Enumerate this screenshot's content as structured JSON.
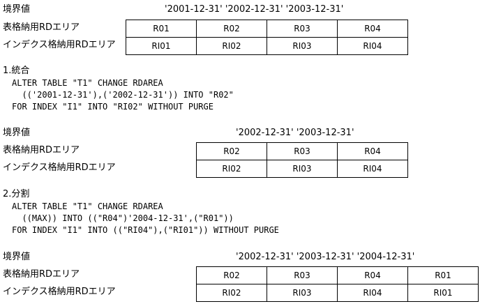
{
  "labels": {
    "boundary": "境界値",
    "table_rdarea": "表格納用RDエリア",
    "index_rdarea": "インデクス格納用RDエリア"
  },
  "sections": [
    {
      "boundaries": "'2001-12-31'  '2002-12-31'  '2003-12-31'",
      "table_areas": [
        "R01",
        "R02",
        "R03",
        "R04"
      ],
      "index_areas": [
        "RI01",
        "RI02",
        "RI03",
        "RI04"
      ]
    },
    {
      "heading": "1.統合",
      "code": [
        "ALTER TABLE \"T1\" CHANGE RDAREA",
        "  (('2001-12-31'),('2002-12-31')) INTO \"R02\"",
        "FOR INDEX \"I1\" INTO \"RI02\" WITHOUT PURGE"
      ],
      "boundaries": "'2002-12-31'  '2003-12-31'",
      "table_areas": [
        "R02",
        "R03",
        "R04"
      ],
      "index_areas": [
        "RI02",
        "RI03",
        "RI04"
      ]
    },
    {
      "heading": "2.分割",
      "code": [
        "ALTER TABLE \"T1\" CHANGE RDAREA",
        "  ((MAX)) INTO ((\"R04\")'2004-12-31',(\"R01\"))",
        "FOR INDEX \"I1\" INTO ((\"RI04\"),(\"RI01\")) WITHOUT PURGE"
      ],
      "boundaries": "'2002-12-31'  '2003-12-31'  '2004-12-31'",
      "table_areas": [
        "R02",
        "R03",
        "R04",
        "R01"
      ],
      "index_areas": [
        "RI02",
        "RI03",
        "RI04",
        "RI01"
      ]
    }
  ]
}
